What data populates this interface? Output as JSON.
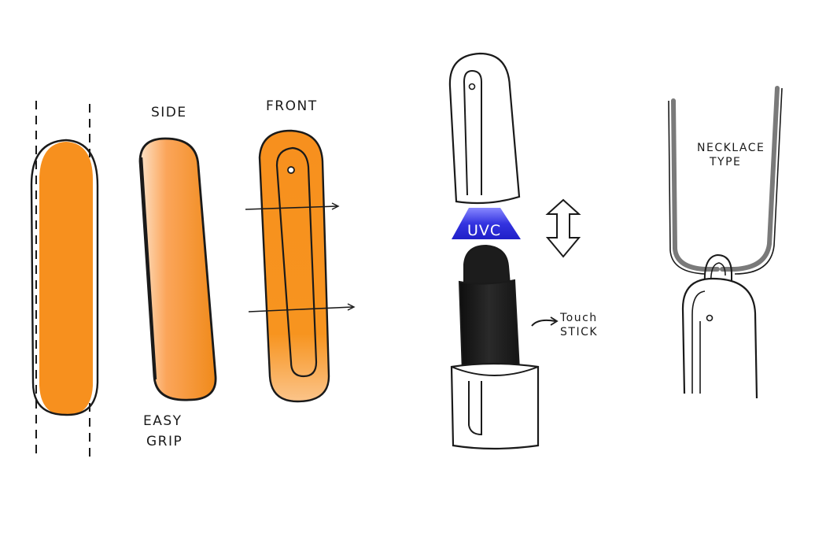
{
  "labels": {
    "side": "SIDE",
    "front": "FRONT",
    "easy": "EASY",
    "grip": "GRIP",
    "uvc": "UVC",
    "touch": "Touch",
    "stick": "STICK",
    "necklace": "NECKLACE",
    "type": "TYPE"
  },
  "colors": {
    "orange": "#f7901e",
    "ink": "#1a1a1a",
    "uv_blue": "#2f2fd6",
    "cord": "#7a7a7a",
    "stick_black": "#1c1c1c"
  },
  "icons": {
    "updown": "double-headed-vertical-arrow",
    "pointer": "curved-arrow"
  }
}
